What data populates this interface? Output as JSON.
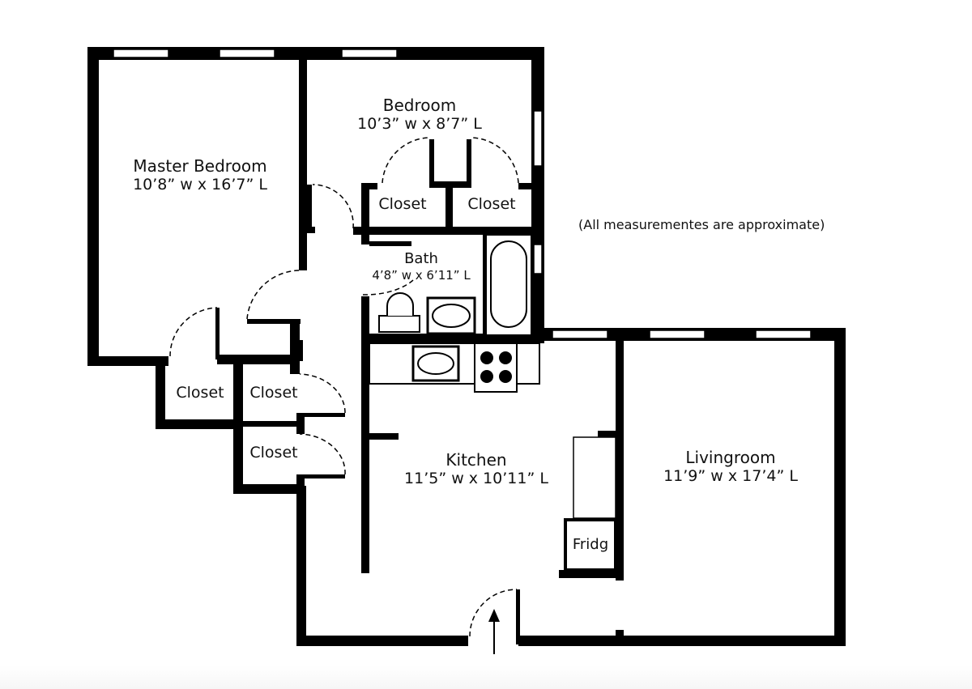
{
  "floorplan": {
    "note": "(All measurementes are approximate)",
    "rooms": {
      "master_bedroom": {
        "name": "Master Bedroom",
        "dimensions": "10’8” w x 16’7” L"
      },
      "bedroom": {
        "name": "Bedroom",
        "dimensions": "10’3” w x 8’7” L"
      },
      "bath": {
        "name": "Bath",
        "dimensions": "4’8” w x 6’11” L"
      },
      "kitchen": {
        "name": "Kitchen",
        "dimensions": "11’5” w x 10’11” L"
      },
      "livingroom": {
        "name": "Livingroom",
        "dimensions": "11’9” w x 17’4” L"
      }
    },
    "closets": [
      {
        "label": "Closet"
      },
      {
        "label": "Closet"
      },
      {
        "label": "Closet"
      },
      {
        "label": "Closet"
      },
      {
        "label": "Closet"
      }
    ],
    "fridge": {
      "label": "Fridg"
    },
    "entry": {
      "icon": "entry-arrow-icon"
    },
    "colors": {
      "wall": "#000000",
      "background": "#ffffff",
      "text": "#111111"
    }
  }
}
